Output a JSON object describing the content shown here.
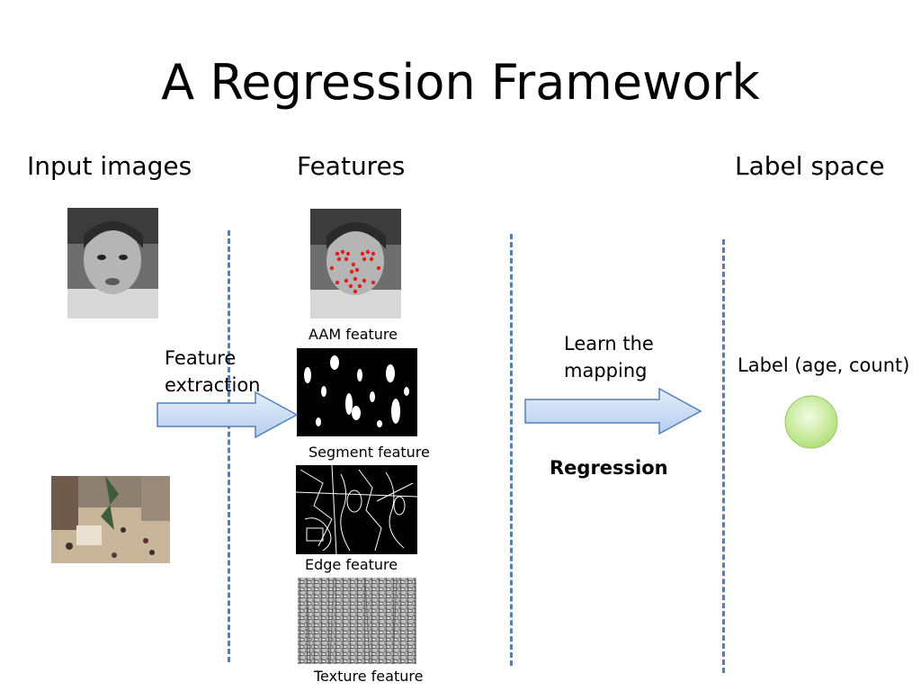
{
  "slide": {
    "title": "A Regression Framework"
  },
  "columns": {
    "input": "Input images",
    "features": "Features",
    "label_space": "Label space"
  },
  "steps": {
    "feature_extraction_line1": "Feature",
    "feature_extraction_line2": "extraction",
    "learn_mapping_line1": "Learn the",
    "learn_mapping_line2": "mapping",
    "regression": "Regression"
  },
  "feature_labels": {
    "aam": "AAM feature",
    "segment": "Segment feature",
    "edge": "Edge feature",
    "texture": "Texture feature"
  },
  "output": {
    "label": "Label (age, count)"
  },
  "colors": {
    "dash": "#4f81bd",
    "arrow_fill": "#c6d9f1",
    "arrow_stroke": "#4f81bd",
    "circle_fill": "#c3e88c"
  }
}
